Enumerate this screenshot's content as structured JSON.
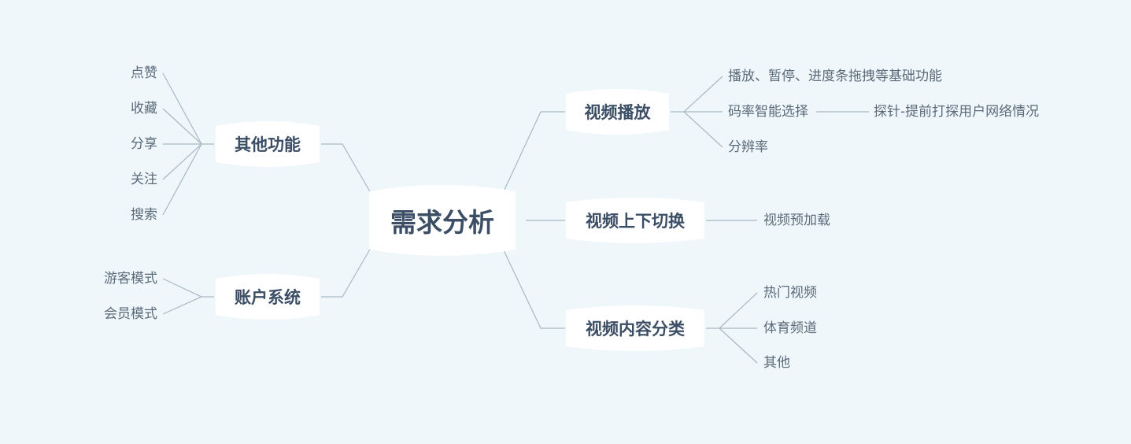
{
  "colors": {
    "background": "#eff7fa",
    "node_fill": "#ffffff",
    "connector": "#a8b8c4",
    "topic_text": "#3b4e65",
    "leaf_text": "#5a6a7a"
  },
  "root": {
    "label": "需求分析"
  },
  "branches": {
    "playback": {
      "label": "视频播放",
      "children": [
        "播放、暂停、进度条拖拽等基础功能",
        "码率智能选择",
        "分辨率"
      ],
      "sub": {
        "label": "探针-提前打探用户网络情况"
      }
    },
    "switch": {
      "label": "视频上下切换",
      "children": [
        "视频预加载"
      ]
    },
    "category": {
      "label": "视频内容分类",
      "children": [
        "热门视频",
        "体育频道",
        "其他"
      ]
    },
    "other": {
      "label": "其他功能",
      "children": [
        "点赞",
        "收藏",
        "分享",
        "关注",
        "搜索"
      ]
    },
    "account": {
      "label": "账户系统",
      "children": [
        "游客模式",
        "会员模式"
      ]
    }
  }
}
